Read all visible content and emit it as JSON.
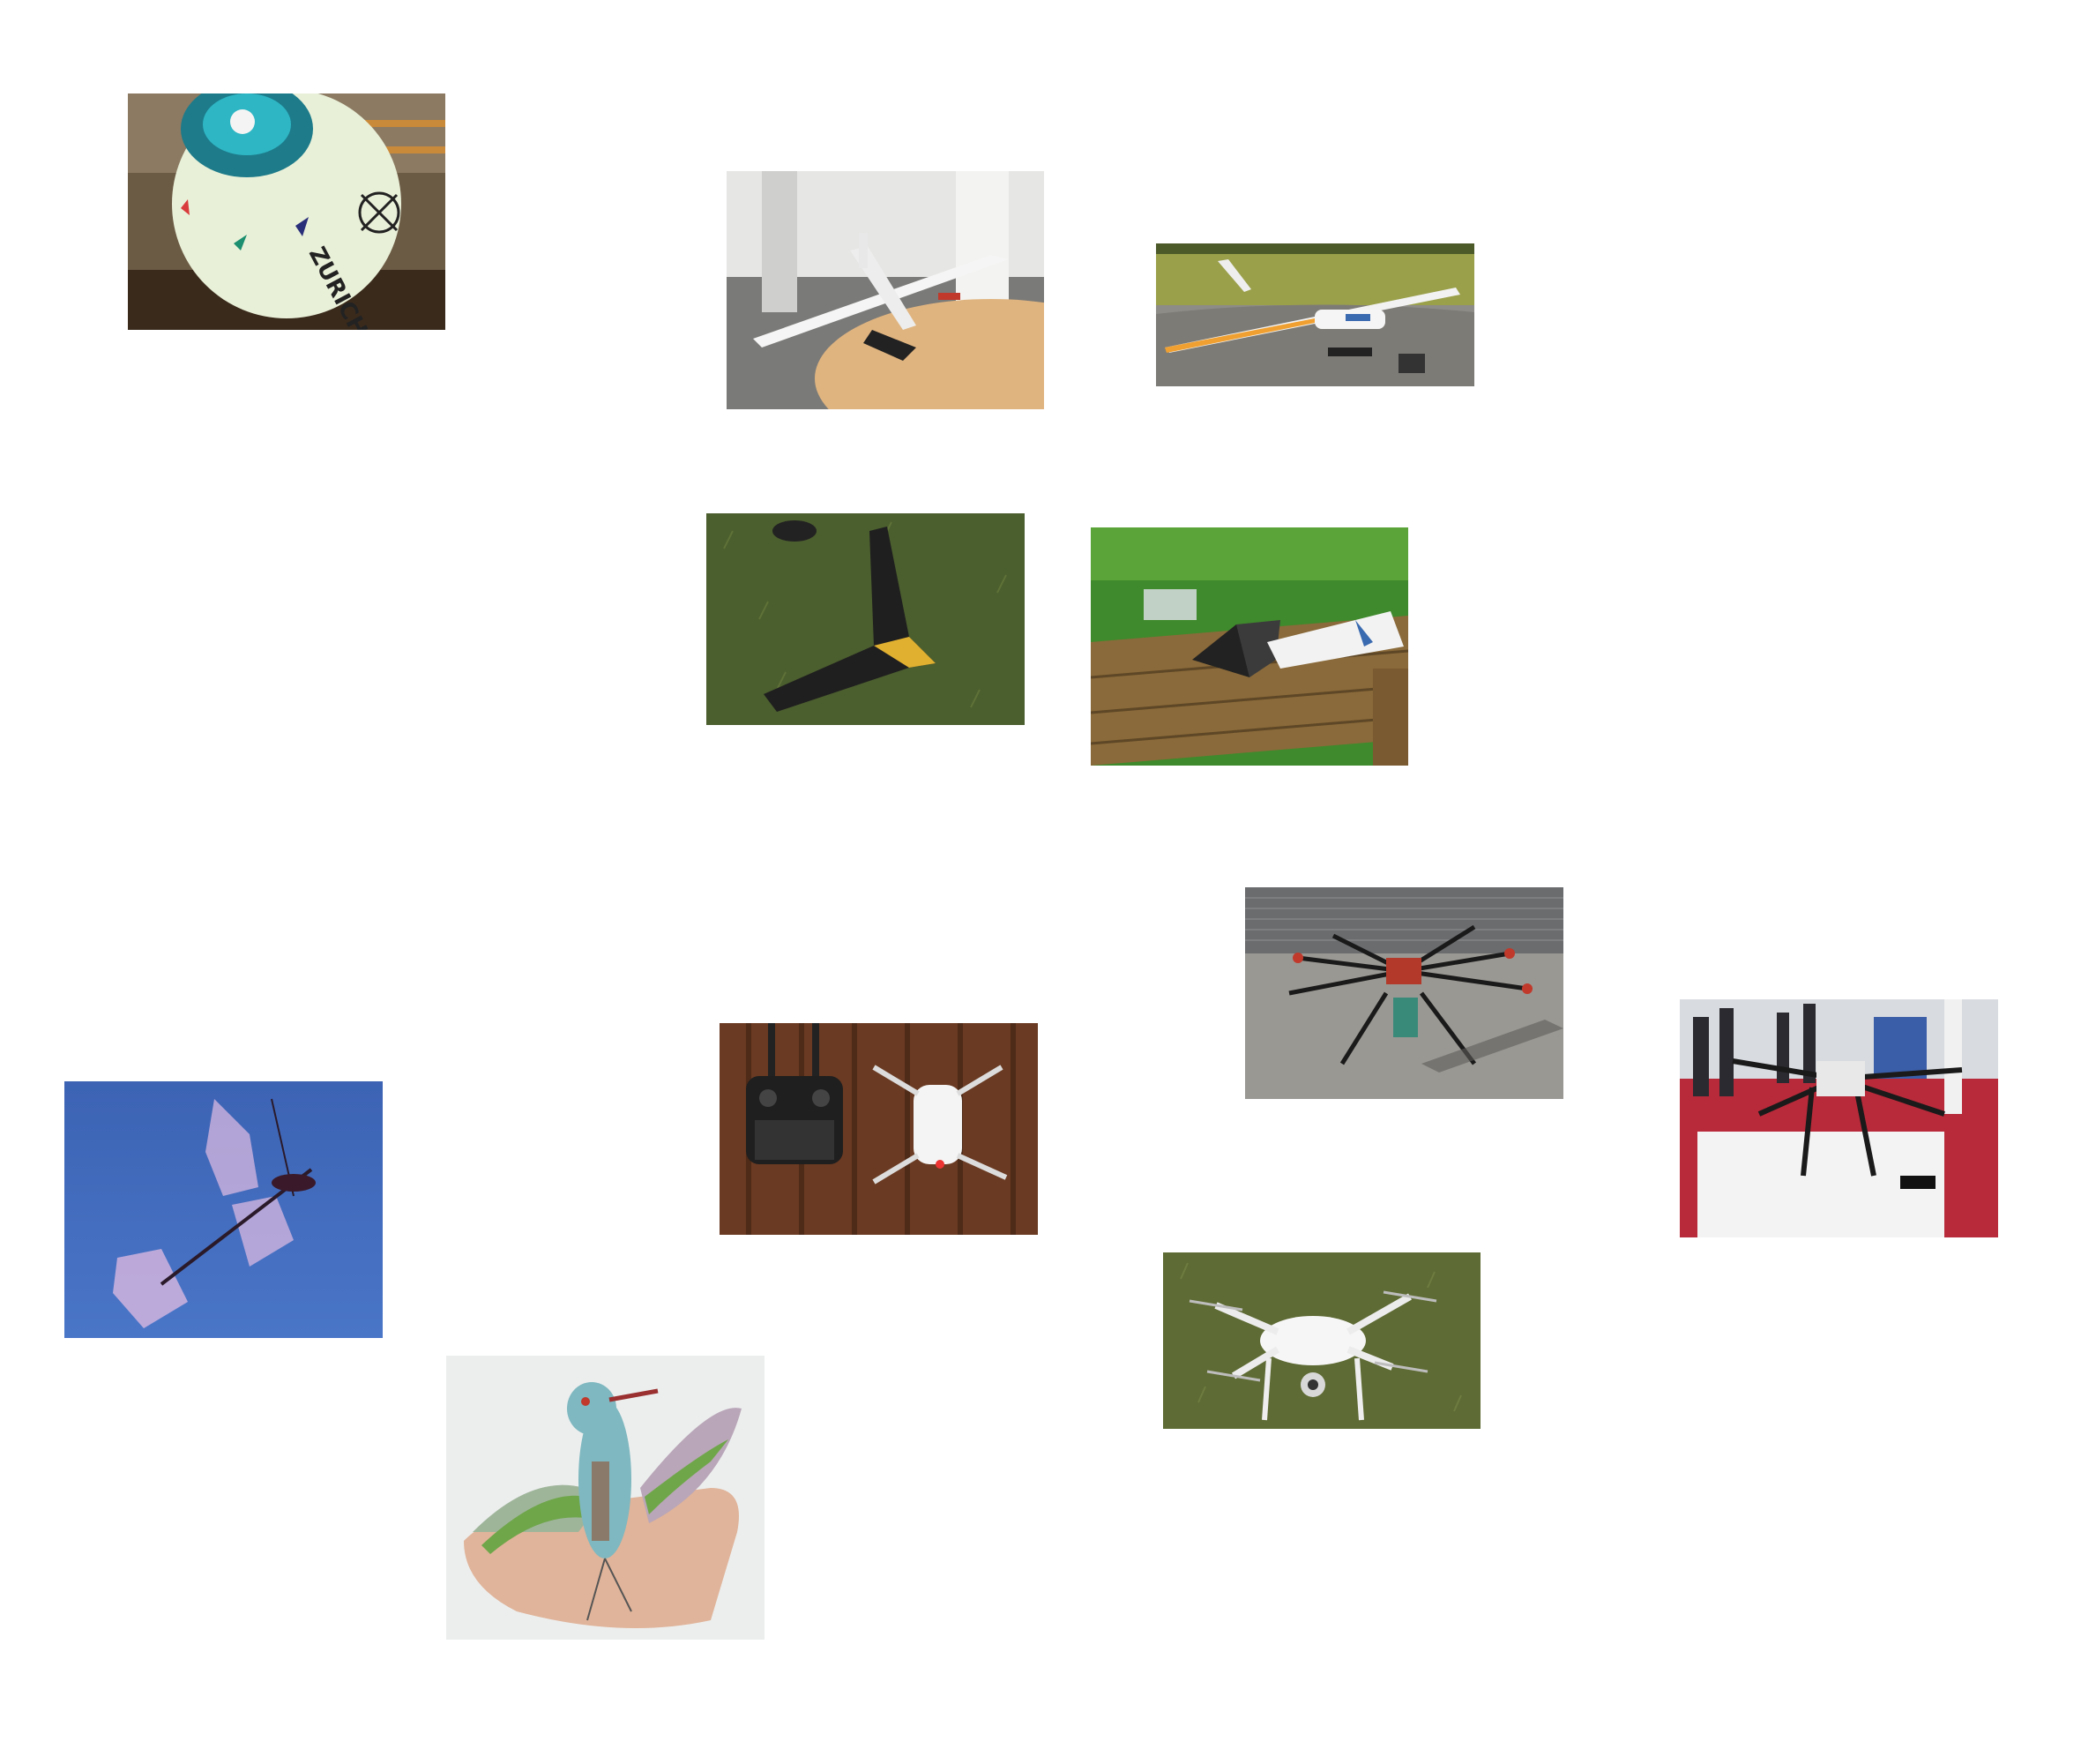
{
  "photos": [
    {
      "id": "balloon-drone",
      "label": "ZURICH"
    },
    {
      "id": "glider-on-desk"
    },
    {
      "id": "fixed-wing-on-tarmac"
    },
    {
      "id": "flying-wing-on-grass"
    },
    {
      "id": "laptop-and-plane-on-bench"
    },
    {
      "id": "hexacopter-on-tarmac"
    },
    {
      "id": "mini-drone-and-controller"
    },
    {
      "id": "agricultural-octocopter-expo"
    },
    {
      "id": "flapping-wing-robot"
    },
    {
      "id": "quadcopter-on-grass"
    },
    {
      "id": "hummingbird-robot-in-hand"
    }
  ]
}
